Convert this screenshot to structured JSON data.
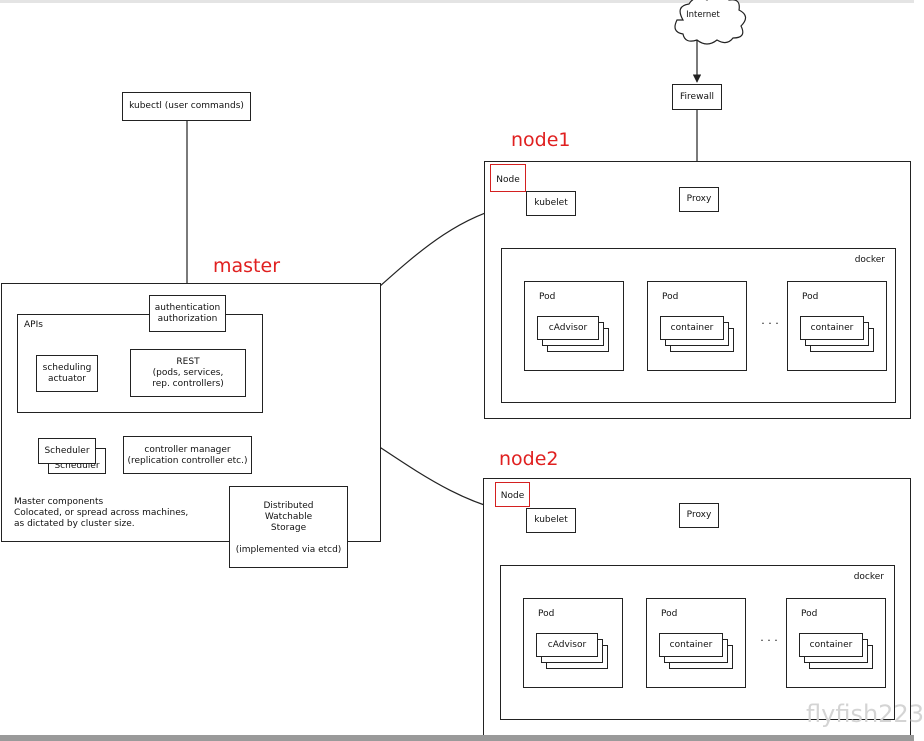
{
  "titles": {
    "master": "master",
    "node1": "node1",
    "node2": "node2"
  },
  "internet": {
    "label": "Internet"
  },
  "firewall": {
    "label": "Firewall"
  },
  "kubectl": {
    "label": "kubectl (user commands)"
  },
  "master": {
    "auth_label": "authentication\nauthorization",
    "apis_label": "APIs",
    "rest_label": "REST\n(pods, services,\nrep. controllers)",
    "scheduling_label": "scheduling\nactuator",
    "scheduler_label": "Scheduler",
    "scheduler_back_label": "Scheduler",
    "controller_label": "controller manager\n(replication controller etc.)",
    "components_label": "Master components\nColocated, or spread across machines,\nas dictated by cluster size.",
    "storage_label": "Distributed\nWatchable\nStorage\n\n(implemented via etcd)"
  },
  "node1": {
    "node_label": "Node",
    "kubelet_label": "kubelet",
    "proxy_label": "Proxy",
    "docker_label": "docker",
    "pod1_label": "Pod",
    "pod2_label": "Pod",
    "pod3_label": "Pod",
    "cadvisor_label": "cAdvisor",
    "container1_label": "container",
    "container2_label": "container",
    "ellipsis": "· · ·"
  },
  "node2": {
    "node_label": "Node",
    "kubelet_label": "kubelet",
    "proxy_label": "Proxy",
    "docker_label": "docker",
    "pod1_label": "Pod",
    "pod2_label": "Pod",
    "pod3_label": "Pod",
    "cadvisor_label": "cAdvisor",
    "container1_label": "container",
    "container2_label": "container",
    "ellipsis": "· · ·"
  },
  "watermark": "flyfish223",
  "colors": {
    "title_red": "#e02020",
    "node_highlight": "#d42020",
    "line": "#222222"
  }
}
